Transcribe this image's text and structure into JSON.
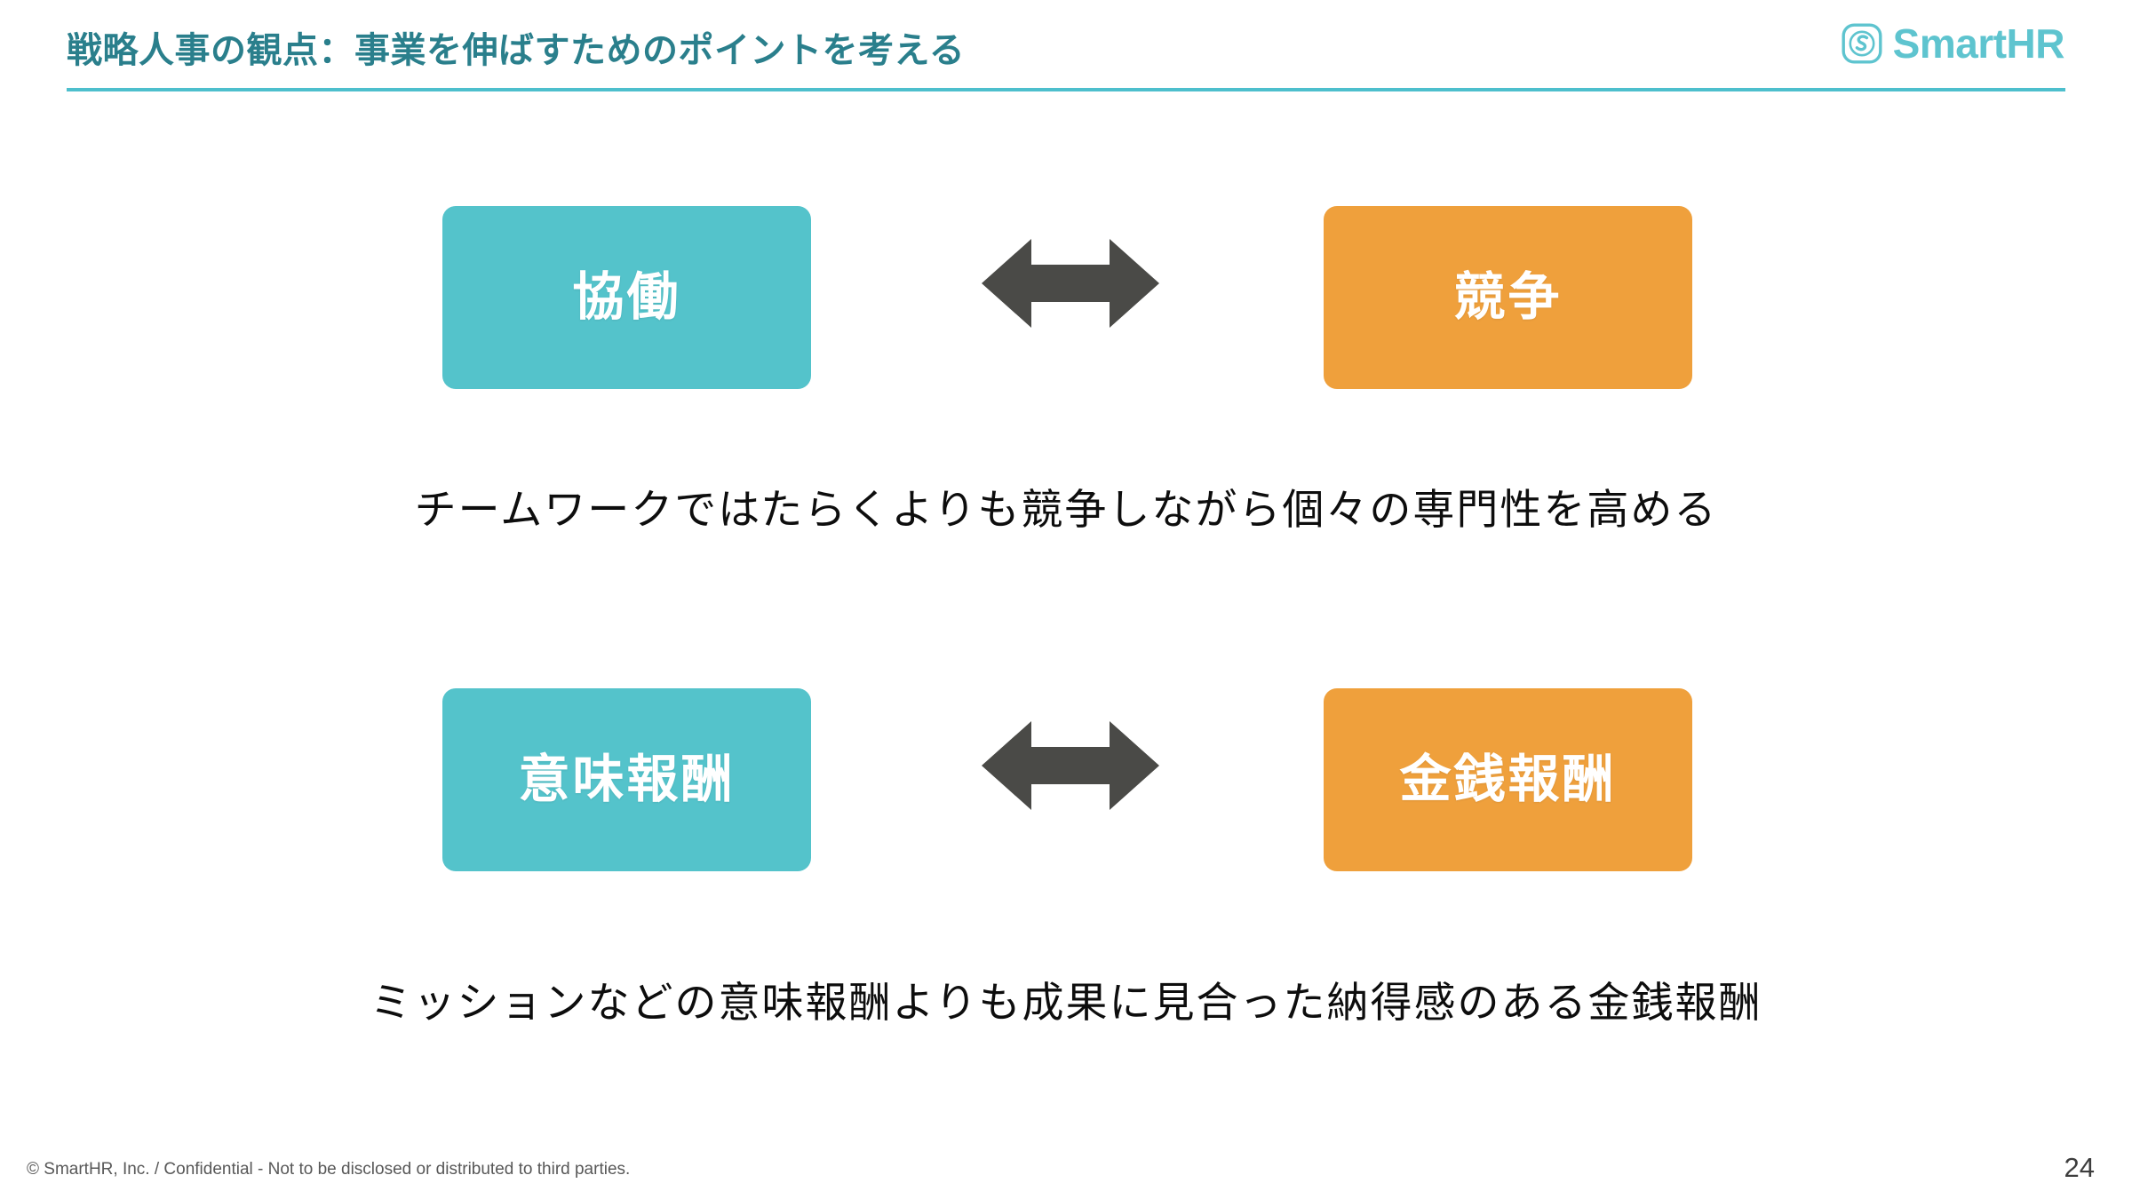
{
  "header": {
    "title": "戦略人事の観点：事業を伸ばすためのポイントを考える",
    "rule_color": "#4dbfcd",
    "title_color": "#2a7f8c"
  },
  "logo": {
    "mark_name": "smarthr-s-mark-icon",
    "wordmark": "SmartHR",
    "color": "#5ec4cf"
  },
  "main": {
    "rows": [
      {
        "left_box": {
          "label": "協働",
          "color": "#54c3cb"
        },
        "arrow": {
          "icon": "double-headed-arrow-icon",
          "color": "#4a4a47"
        },
        "right_box": {
          "label": "競争",
          "color": "#efa03c"
        },
        "caption": "チームワークではたらくよりも競争しながら個々の専門性を高める"
      },
      {
        "left_box": {
          "label": "意味報酬",
          "color": "#54c3cb"
        },
        "arrow": {
          "icon": "double-headed-arrow-icon",
          "color": "#4a4a47"
        },
        "right_box": {
          "label": "金銭報酬",
          "color": "#efa03c"
        },
        "caption": "ミッションなどの意味報酬よりも成果に見合った納得感のある金銭報酬"
      }
    ]
  },
  "footer": {
    "confidential_note": "© SmartHR, Inc. / Confidential - Not to be disclosed or distributed to third parties.",
    "page_number": "24"
  }
}
